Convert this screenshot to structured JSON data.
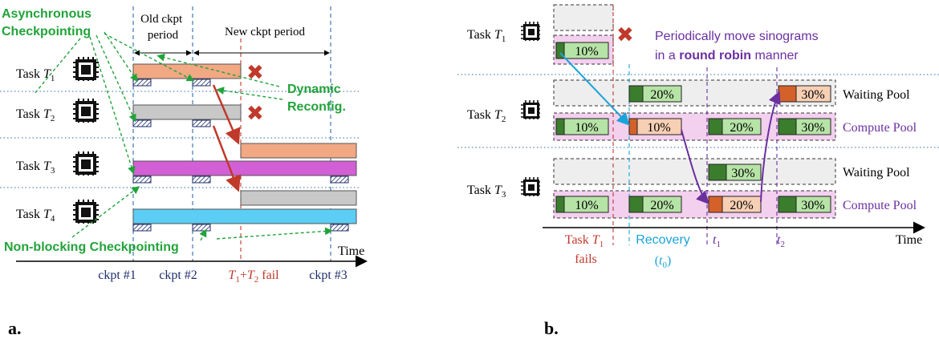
{
  "colors": {
    "green": "#22a33a",
    "red": "#c0392b",
    "navy": "#1f2d6b",
    "blue_dash": "#2b6cb0",
    "purple": "#6b2fa0",
    "cyan": "#1aa3d9",
    "orange_bar": "#f2a883",
    "gray_bar": "#c8c8c8",
    "magenta_bar": "#d35fd6",
    "sky_bar": "#5ccdf5",
    "pool_pink": "#f2d0ee",
    "pool_gray": "#eeeeee",
    "chunk_dark": "#3a7d2c",
    "chunk_light": "#b6e3a6",
    "chunk_orange": "#d4612a",
    "chunk_peach": "#f7cfb4"
  },
  "panel_a": {
    "label": "a.",
    "tasks": [
      {
        "name": "Task ",
        "sym": "T",
        "sub": "1"
      },
      {
        "name": "Task ",
        "sym": "T",
        "sub": "2"
      },
      {
        "name": "Task ",
        "sym": "T",
        "sub": "3"
      },
      {
        "name": "Task ",
        "sym": "T",
        "sub": "4"
      }
    ],
    "period_old": [
      "Old ckpt",
      "period"
    ],
    "period_new": "New ckpt period",
    "annot_async": [
      "Asynchronous",
      "Checkpointing"
    ],
    "annot_dynamic": [
      "Dynamic",
      "Reconfig."
    ],
    "annot_nonblocking": "Non-blocking Checkpointing",
    "time_label": "Time",
    "ckpt_labels": [
      "ckpt #1",
      "ckpt #2",
      "ckpt #3"
    ],
    "fail_parts": {
      "a": "T",
      "a_sub": "1",
      "plus": "+",
      "b": "T",
      "b_sub": "2",
      "tail": " fail"
    },
    "fail_mark": "✖",
    "cpu_icon": "cpu-chip-icon"
  },
  "panel_b": {
    "label": "b.",
    "tasks": [
      {
        "name": "Task ",
        "sym": "T",
        "sub": "1"
      },
      {
        "name": "Task ",
        "sym": "T",
        "sub": "2"
      },
      {
        "name": "Task ",
        "sym": "T",
        "sub": "3"
      }
    ],
    "note_line1": "Periodically move sinograms",
    "note_line2_pre": "in a ",
    "note_line2_bold": "round robin",
    "note_line2_post": " manner",
    "waiting_pool": "Waiting Pool",
    "compute_pool": "Compute Pool",
    "chunks": [
      "10%",
      "20%",
      "30%"
    ],
    "time_label": "Time",
    "fail_label": {
      "line1": "Task ",
      "sym": "T",
      "sub": "1",
      "line2": "fails"
    },
    "recovery_label": {
      "line1": "Recovery",
      "sym": "t",
      "sub": "0"
    },
    "t1": {
      "sym": "t",
      "sub": "1"
    },
    "t2": {
      "sym": "t",
      "sub": "2"
    },
    "fail_mark": "✖",
    "cpu_icon": "cpu-chip-icon"
  }
}
